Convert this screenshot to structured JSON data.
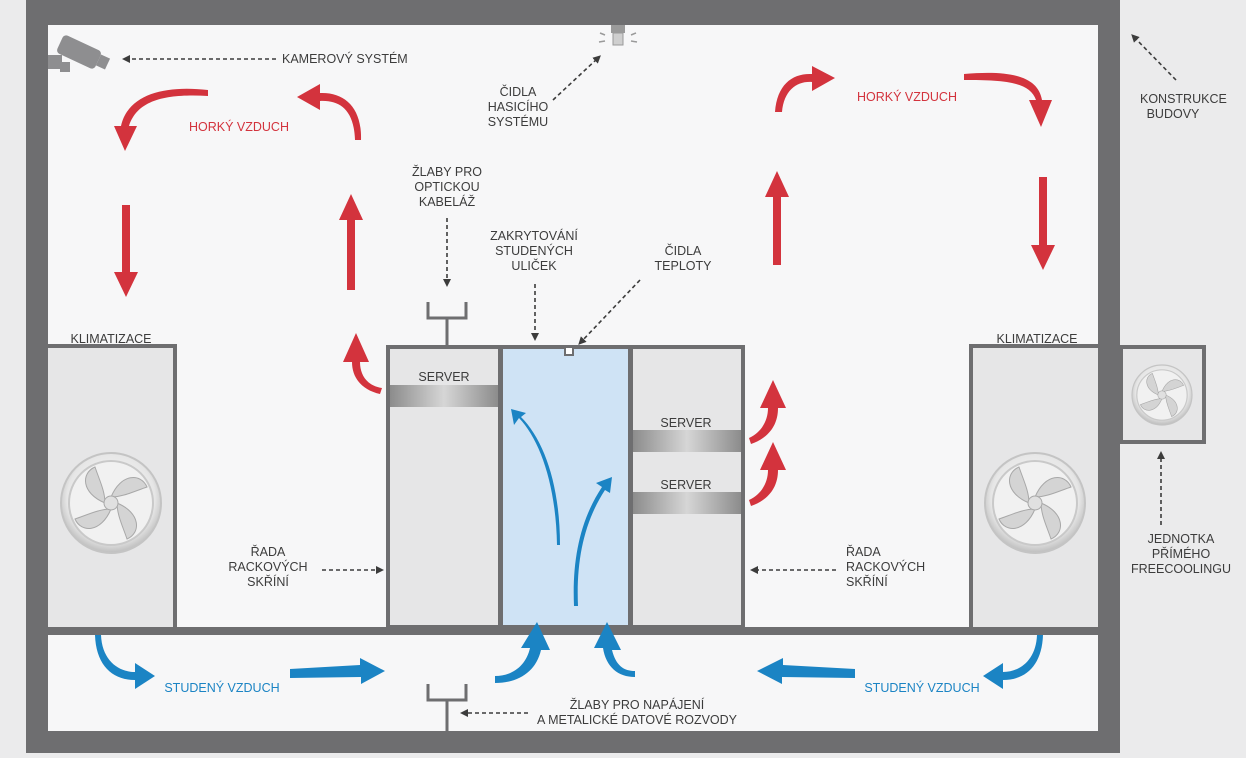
{
  "labels": {
    "camera": "KAMEROVÝ SYSTÉM",
    "fire_sensors": "ČIDLA\nHASICÍHO\nSYSTÉMU",
    "building": "KONSTRUKCE\nBUDOVY",
    "hot_air_left": "HORKÝ VZDUCH",
    "hot_air_right": "HORKÝ VZDUCH",
    "fiber_trays": "ŽLABY PRO\nOPTICKOU\nKABELÁŽ",
    "cold_aisle_cover": "ZAKRYTOVÁNÍ\nSTUDENÝCH\nULIČEK",
    "temp_sensors": "ČIDLA\nTEPLOTY",
    "ac_left": "KLIMATIZACE",
    "ac_right": "KLIMATIZACE",
    "server_left": "SERVER",
    "server_right_1": "SERVER",
    "server_right_2": "SERVER",
    "rack_row_left": "ŘADA\nRACKOVÝCH\nSKŘÍNÍ",
    "rack_row_right": "ŘADA\nRACKOVÝCH\nSKŘÍNÍ",
    "freecooling": "JEDNOTKA\nPŘÍMÉHO\nFREECOOLINGU",
    "cold_air_left": "STUDENÝ VZDUCH",
    "cold_air_right": "STUDENÝ VZDUCH",
    "power_trays": "ŽLABY PRO NAPÁJENÍ\nA METALICKÉ DATOVÉ ROZVODY"
  },
  "colors": {
    "hot": "#d3333d",
    "cold": "#1b84c4",
    "wall": "#6e6e70",
    "cold_aisle": "#cfe3f5",
    "label": "#3c3c3c"
  }
}
